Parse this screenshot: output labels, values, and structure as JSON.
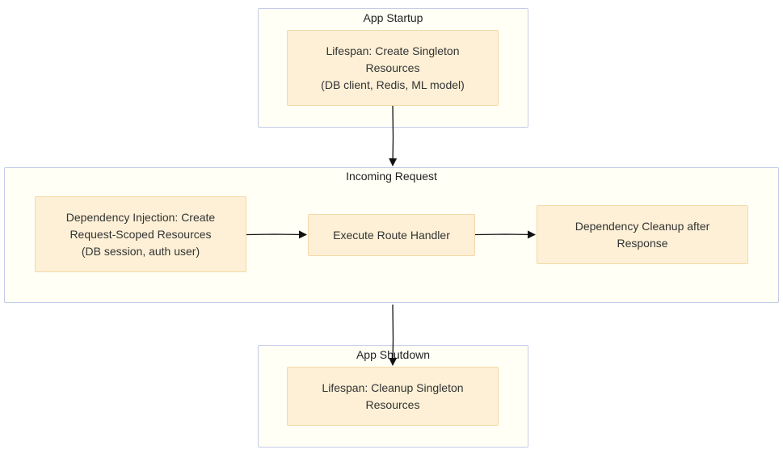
{
  "groups": {
    "startup": {
      "title": "App Startup"
    },
    "request": {
      "title": "Incoming Request"
    },
    "shutdown": {
      "title": "App Shutdown"
    }
  },
  "nodes": {
    "lifespan_create": {
      "lines": [
        "Lifespan: Create Singleton",
        "Resources",
        "(DB client, Redis, ML model)"
      ]
    },
    "dependency_injection": {
      "lines": [
        "Dependency Injection: Create",
        "Request-Scoped Resources",
        "(DB session, auth user)"
      ]
    },
    "execute_handler": {
      "lines": [
        "Execute Route Handler"
      ]
    },
    "dependency_cleanup": {
      "lines": [
        "Dependency Cleanup after",
        "Response"
      ]
    },
    "lifespan_cleanup": {
      "lines": [
        "Lifespan: Cleanup Singleton",
        "Resources"
      ]
    }
  },
  "colors": {
    "group_fill": "#fffff6",
    "group_border": "#c5cce8",
    "node_fill": "#fdf0d6",
    "node_border": "#f3d9a6",
    "edge": "#111111"
  }
}
